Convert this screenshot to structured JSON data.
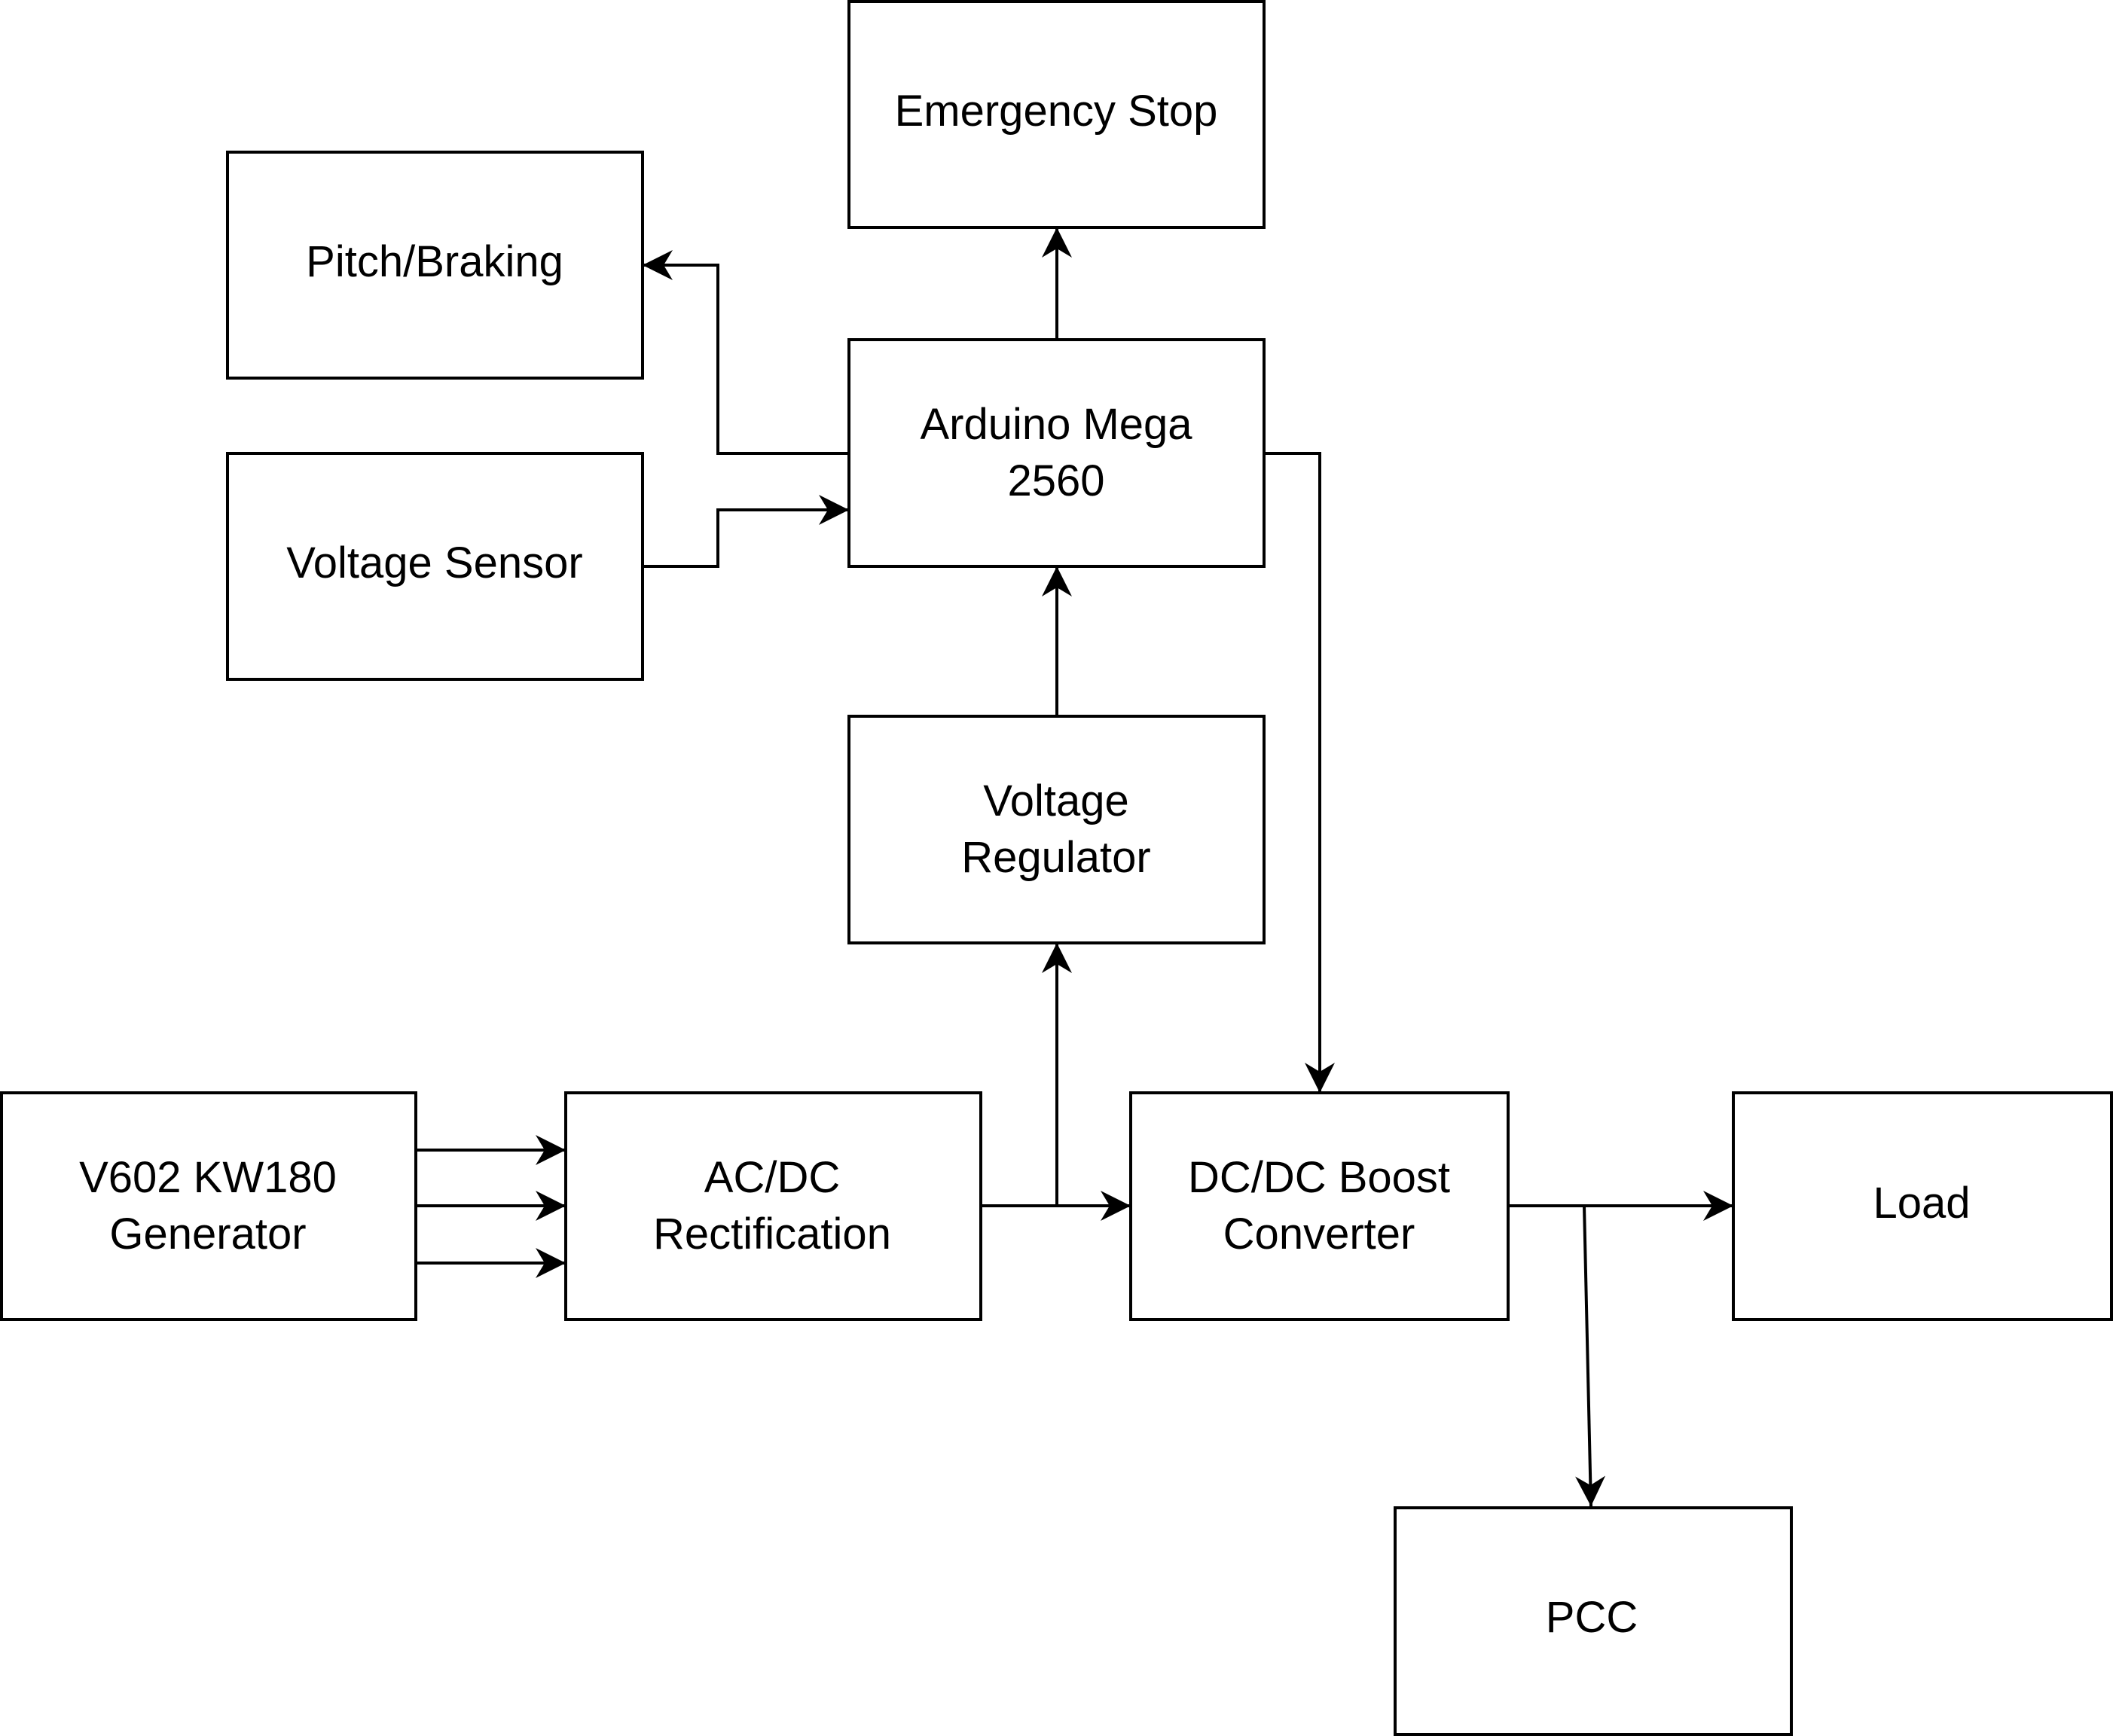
{
  "diagram": {
    "blocks": {
      "emergency_stop": {
        "lines": [
          "Emergency Stop"
        ]
      },
      "pitch_braking": {
        "lines": [
          "Pitch/Braking"
        ]
      },
      "arduino": {
        "lines": [
          "Arduino Mega",
          "2560"
        ]
      },
      "voltage_sensor": {
        "lines": [
          "Voltage Sensor"
        ]
      },
      "voltage_regulator": {
        "lines": [
          "Voltage",
          "Regulator"
        ]
      },
      "generator": {
        "lines": [
          "V602 KW180",
          "Generator"
        ]
      },
      "rectification": {
        "lines": [
          "AC/DC",
          "Rectification"
        ]
      },
      "boost_converter": {
        "lines": [
          "DC/DC Boost",
          "Converter"
        ]
      },
      "load": {
        "lines": [
          "Load"
        ]
      },
      "pcc": {
        "lines": [
          "PCC"
        ]
      }
    },
    "connections": [
      {
        "from": "arduino",
        "to": "emergency_stop"
      },
      {
        "from": "arduino",
        "to": "pitch_braking"
      },
      {
        "from": "voltage_sensor",
        "to": "arduino"
      },
      {
        "from": "arduino",
        "to": "boost_converter"
      },
      {
        "from": "voltage_regulator",
        "to": "arduino"
      },
      {
        "from": "rectification",
        "to": "voltage_regulator"
      },
      {
        "from": "generator",
        "to": "rectification",
        "phase": 1
      },
      {
        "from": "generator",
        "to": "rectification",
        "phase": 2
      },
      {
        "from": "generator",
        "to": "rectification",
        "phase": 3
      },
      {
        "from": "rectification",
        "to": "boost_converter"
      },
      {
        "from": "boost_converter",
        "to": "load"
      },
      {
        "from": "boost_converter",
        "to": "pcc"
      }
    ]
  }
}
